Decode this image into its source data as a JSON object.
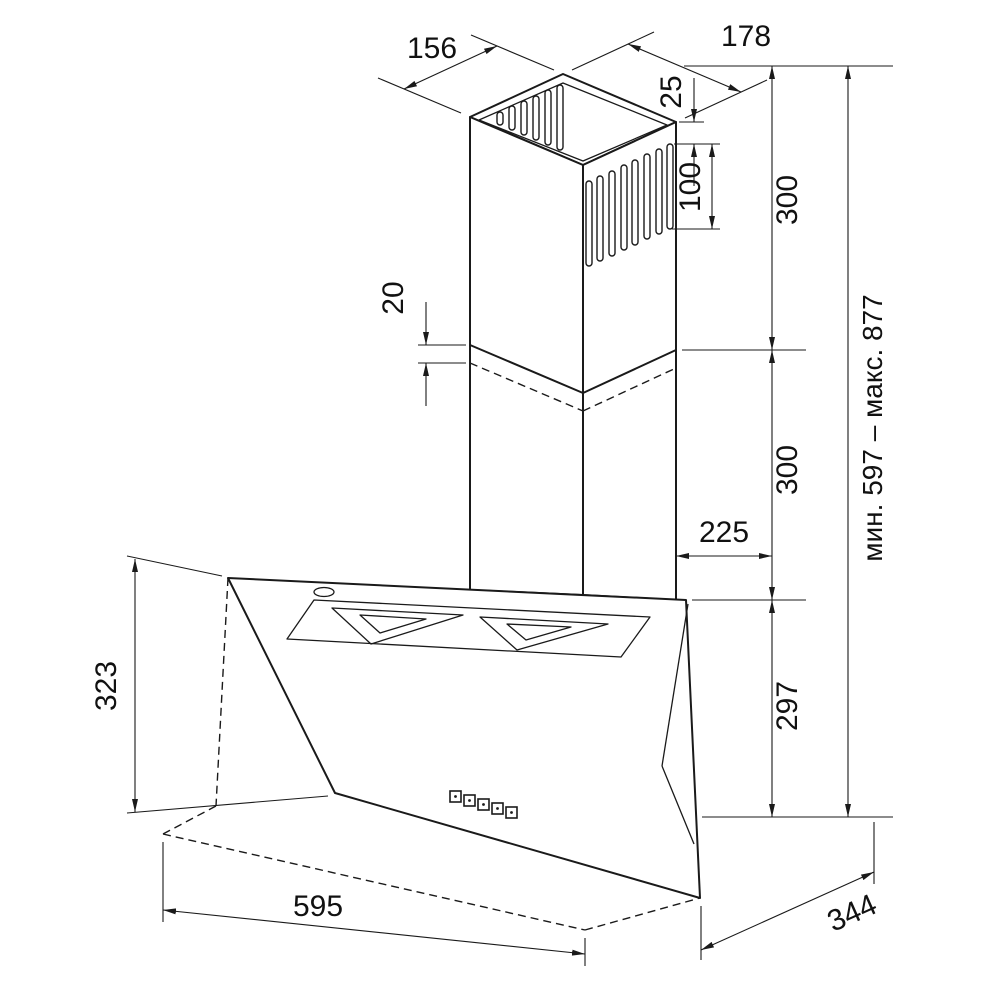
{
  "drawing": {
    "title": "wall-mounted inclined kitchen hood with telescopic chimney - dimensional drawing",
    "units": "mm",
    "colors": {
      "line": "#1a1a1a",
      "background": "#ffffff"
    },
    "labels": {
      "chimney_top_side": "156",
      "chimney_top_front": "178",
      "slot_offset": "25",
      "slot_field_height": "100",
      "upper_chimney_height": "300",
      "telescope_overlap": "20",
      "lower_chimney_height": "300",
      "top_depth": "225",
      "body_right_height": "297",
      "glass_front_height": "323",
      "hood_width": "595",
      "hood_depth": "344",
      "total_height_range": "мин. 597 – макс. 877"
    }
  }
}
